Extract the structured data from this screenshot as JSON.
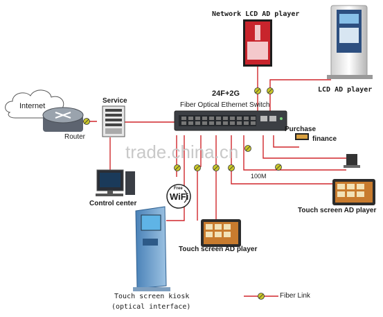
{
  "labels": {
    "internet": "Internet",
    "router": "Router",
    "service": "Service",
    "control_center": "Control center",
    "switch_title": "24F+2G",
    "switch_subtitle": "Fiber Optical Ethernet Switch",
    "network_lcd": "Network LCD AD player",
    "lcd_ad": "LCD AD player",
    "purchase": "Purchase",
    "finance": "finance",
    "speed": "100M",
    "wifi": "WiFi",
    "wifi_free": "Free",
    "touch_ad_mid": "Touch screen AD player",
    "touch_ad_right": "Touch screen AD player",
    "kiosk_line1": "Touch screen kiosk",
    "kiosk_line2": "(optical interface)",
    "legend": "Fiber Link",
    "watermark": "trade.china.cn"
  },
  "colors": {
    "fiber": "#d0262b",
    "connector": "#c8c62a",
    "text": "#1a1a1a"
  }
}
